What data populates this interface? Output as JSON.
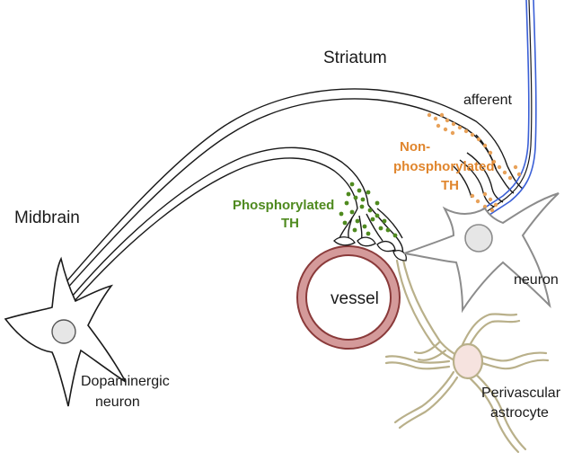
{
  "labels": {
    "striatum": "Striatum",
    "midbrain": "Midbrain",
    "afferent": "afferent",
    "non_phos_1": "Non-",
    "non_phos_2": "phosphorylated",
    "non_phos_3": "TH",
    "phos_1": "Phosphorylated",
    "phos_2": "TH",
    "vessel": "vessel",
    "neuron": "neuron",
    "dopaminergic_1": "Dopaminergic",
    "dopaminergic_2": "neuron",
    "perivascular_1": "Perivascular",
    "perivascular_2": "astrocyte"
  },
  "colors": {
    "axon_outline": "#1a1a1a",
    "afferent_fiber": "#3a5fd6",
    "vessel_wall": "#d49a9a",
    "vessel_outline": "#8a3a3a",
    "phosphorylated_th": "#4f8a1f",
    "non_phosphorylated_th": "#e8a25a",
    "astrocyte_outline": "#b9b08a",
    "astrocyte_soma": "#f6e3df",
    "striatal_neuron_outline": "#8c8c8c",
    "nucleus_fill": "#e6e6e6"
  },
  "icons": {
    "dopaminergic_neuron": "dopaminergic-neuron-icon",
    "striatal_neuron": "striatal-neuron-icon",
    "astrocyte": "astrocyte-icon",
    "vessel": "vessel-icon",
    "afferent_fiber": "afferent-fiber-icon"
  }
}
